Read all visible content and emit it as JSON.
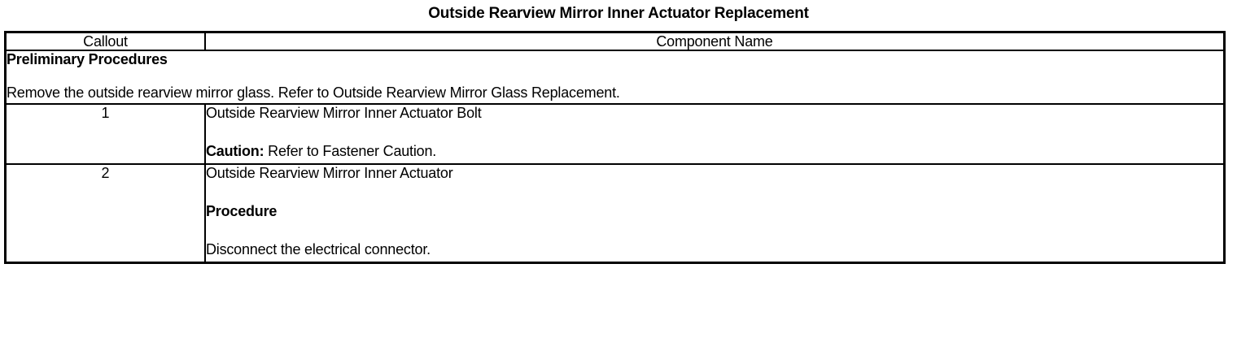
{
  "document": {
    "title": "Outside Rearview Mirror Inner Actuator Replacement"
  },
  "table": {
    "headers": {
      "callout": "Callout",
      "component_name": "Component Name"
    },
    "preliminary": {
      "heading": "Preliminary Procedures",
      "text": "Remove the outside rearview mirror glass. Refer to Outside Rearview Mirror Glass Replacement."
    },
    "rows": [
      {
        "callout": "1",
        "component": "Outside Rearview Mirror Inner Actuator Bolt",
        "note_label": "Caution:",
        "note_text": " Refer to Fastener Caution."
      },
      {
        "callout": "2",
        "component": "Outside Rearview Mirror Inner Actuator",
        "note_label": "Procedure",
        "note_text": "Disconnect the electrical connector."
      }
    ]
  },
  "colors": {
    "text": "#000000",
    "background": "#ffffff",
    "border": "#000000"
  }
}
